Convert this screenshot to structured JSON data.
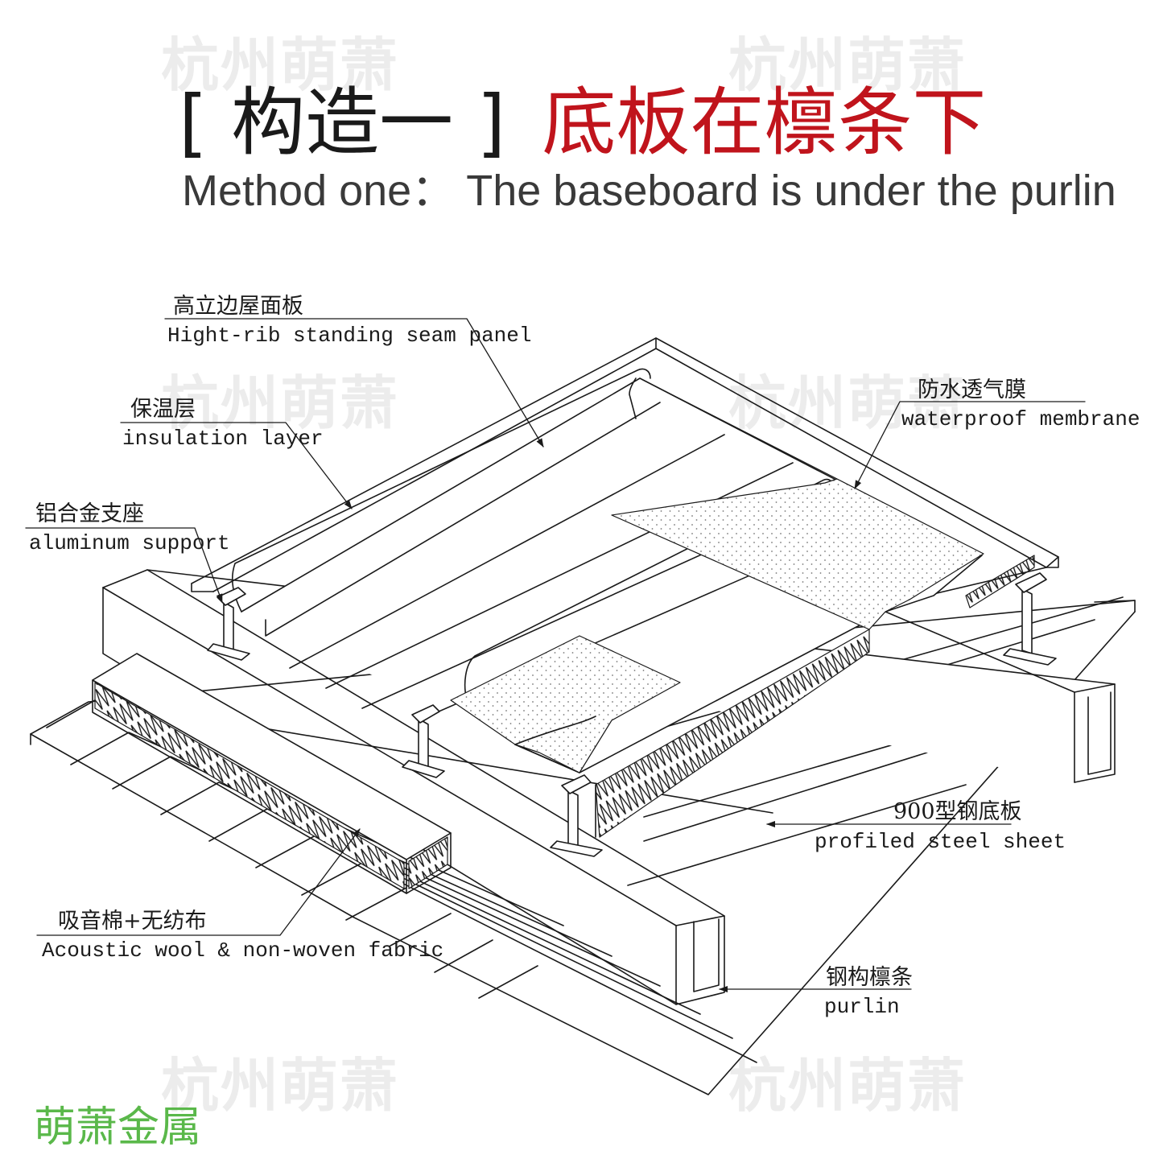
{
  "watermark": "杭州萌萧",
  "title": {
    "construction": "[ 构造一 ]",
    "name": "底板在檩条下",
    "english": "Method one：  The baseboard is under the purlin"
  },
  "labels": {
    "panel": {
      "cn": "高立边屋面板",
      "en": "Hight-rib standing seam panel"
    },
    "insulation": {
      "cn": "保温层",
      "en": "insulation layer"
    },
    "support": {
      "cn": "铝合金支座",
      "en": "aluminum support"
    },
    "membrane": {
      "cn": "防水透气膜",
      "en": "waterproof membrane"
    },
    "steel": {
      "cn": "900型钢底板",
      "en": "profiled steel sheet"
    },
    "acoustic": {
      "cn": "吸音棉+无纺布",
      "en": "Acoustic wool & non-woven fabric"
    },
    "purlin": {
      "cn": "钢构檩条",
      "en": "purlin"
    }
  },
  "brand": "萌萧金属",
  "colors": {
    "title_red": "#c0141c",
    "brand_green": "#5ab84a",
    "line": "#1a1a1a",
    "watermark": "#ececec"
  }
}
